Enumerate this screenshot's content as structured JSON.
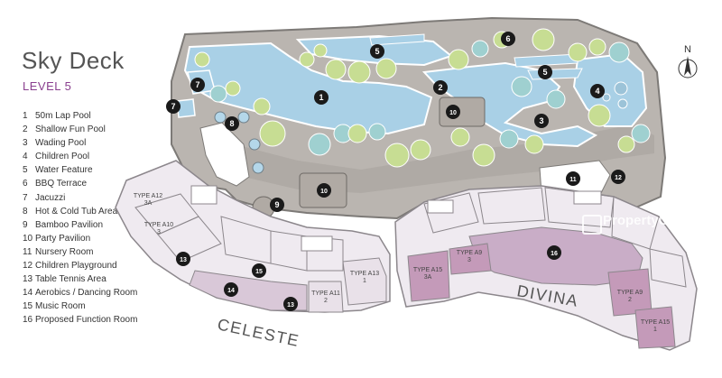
{
  "title": "Sky Deck",
  "subtitle": "LEVEL 5",
  "legend": [
    {
      "num": "1",
      "label": "50m Lap Pool"
    },
    {
      "num": "2",
      "label": "Shallow Fun Pool"
    },
    {
      "num": "3",
      "label": "Wading Pool"
    },
    {
      "num": "4",
      "label": "Children Pool"
    },
    {
      "num": "5",
      "label": "Water Feature"
    },
    {
      "num": "6",
      "label": "BBQ Terrace"
    },
    {
      "num": "7",
      "label": "Jacuzzi"
    },
    {
      "num": "8",
      "label": "Hot & Cold Tub Area"
    },
    {
      "num": "9",
      "label": "Bamboo Pavilion"
    },
    {
      "num": "10",
      "label": "Party Pavilion"
    },
    {
      "num": "11",
      "label": "Nursery Room"
    },
    {
      "num": "12",
      "label": "Children Playground"
    },
    {
      "num": "13",
      "label": "Table Tennis Area"
    },
    {
      "num": "14",
      "label": "Aerobics / Dancing Room"
    },
    {
      "num": "15",
      "label": "Music Room"
    },
    {
      "num": "16",
      "label": "Proposed Function Room"
    }
  ],
  "compass_label": "N",
  "markers": {
    "m1": "1",
    "m2": "2",
    "m3": "3",
    "m4": "4",
    "m5a": "5",
    "m5b": "5",
    "m6": "6",
    "m7a": "7",
    "m7b": "7",
    "m8": "8",
    "m9": "9",
    "m10a": "10",
    "m10b": "10",
    "m11": "11",
    "m12": "12",
    "m13a": "13",
    "m13b": "13",
    "m14": "14",
    "m15": "15",
    "m16": "16"
  },
  "buildings": {
    "celeste": "CELESTE",
    "divina": "DIVINA"
  },
  "unit_types": {
    "a12_l1": "TYPE A12",
    "a12_l2": "3A",
    "a10_l1": "TYPE A10",
    "a10_l2": "3",
    "a11_l1": "TYPE A11",
    "a11_l2": "2",
    "a13_l1": "TYPE A13",
    "a13_l2": "1",
    "a15a_l1": "TYPE A15",
    "a15a_l2": "3A",
    "a9a_l1": "TYPE A9",
    "a9a_l2": "3",
    "a9b_l1": "TYPE A9",
    "a9b_l2": "2",
    "a15b_l1": "TYPE A15",
    "a15b_l2": "1"
  },
  "watermark": "PropertyGuru",
  "colors": {
    "deck": "#b9b4af",
    "deck_outline": "#7d7a77",
    "pool": "#a9d0e6",
    "pool_edge": "#ffffff",
    "tree": "#c7dd93",
    "tree_alt": "#9fd0d0",
    "building": "#efeaf0",
    "function_room": "#c7a9c5",
    "unit_highlight": "#b88aae",
    "marker": "#1a1a1a",
    "accent": "#8a3f8f"
  }
}
